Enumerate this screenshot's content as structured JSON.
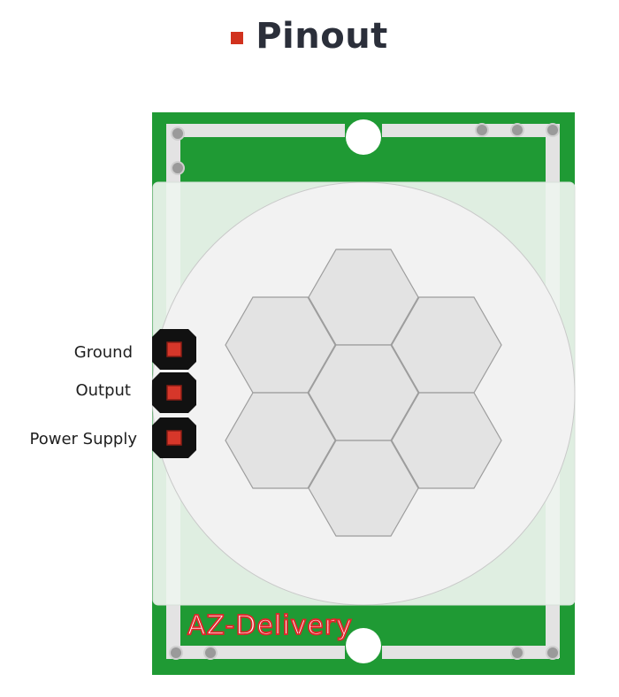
{
  "title": "Pinout",
  "colors": {
    "pcb_green": "#1f9a34",
    "trace": "#e0e0e0",
    "marker": "#d1321e",
    "logo": "#e4232a"
  },
  "pins": [
    {
      "label": "Ground"
    },
    {
      "label": "Output"
    },
    {
      "label": "Power Supply"
    }
  ],
  "logo_text": "AZ-Delivery"
}
